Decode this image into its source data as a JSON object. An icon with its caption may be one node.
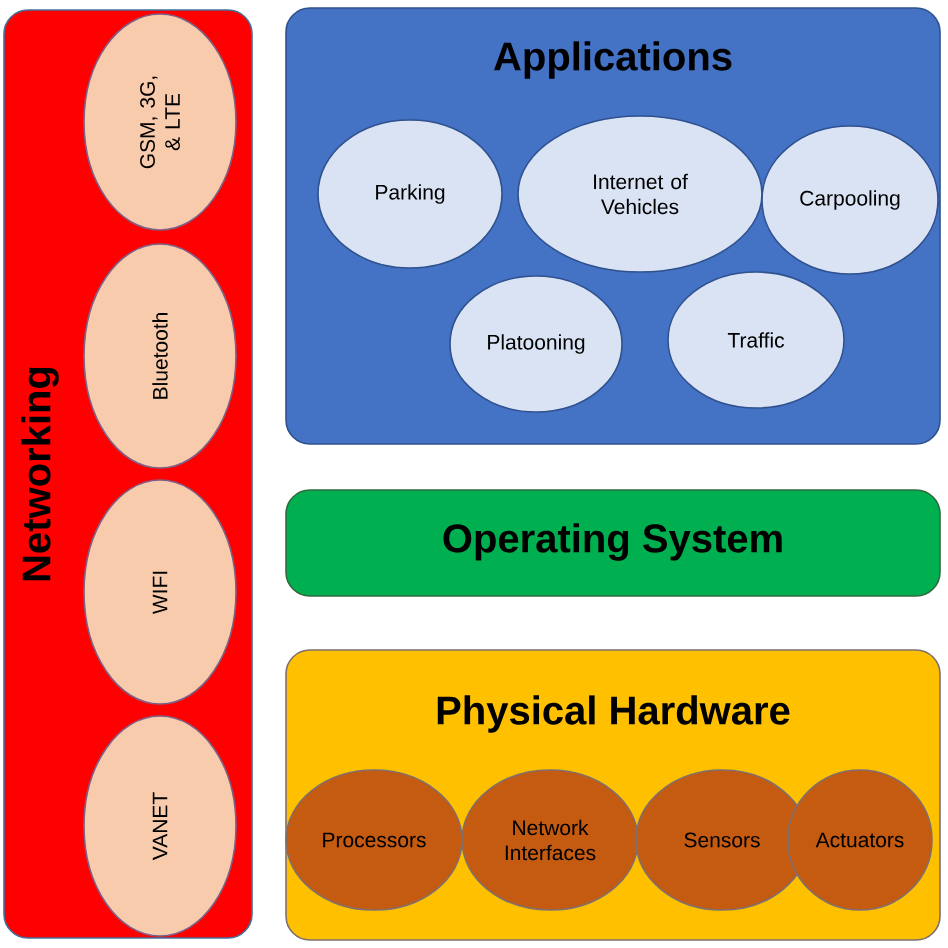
{
  "diagram": {
    "nodes": [
      {
        "text": [
          "Networking"
        ]
      },
      {
        "text": [
          "GSM, 3G, & LTE"
        ],
        "in": 0
      },
      {
        "text": [
          "Bluetooth"
        ],
        "in": 0
      },
      {
        "text": [
          "WIFI"
        ],
        "in": 0
      },
      {
        "text": [
          "VANET"
        ],
        "in": 0
      },
      {
        "text": [
          "Applications"
        ]
      },
      {
        "text": [
          "Parking"
        ],
        "in": 5
      },
      {
        "text": [
          "Internet of Vehicles"
        ],
        "in": 5
      },
      {
        "text": [
          "Carpooling"
        ],
        "in": 5
      },
      {
        "text": [
          "Platooning"
        ],
        "in": 5
      },
      {
        "text": [
          "Traffic"
        ],
        "in": 5
      },
      {
        "text": [
          "Operating System"
        ]
      },
      {
        "text": [
          "Physical Hardware"
        ]
      },
      {
        "text": [
          "Processors"
        ],
        "in": 12
      },
      {
        "text": [
          "Network Interfaces"
        ],
        "in": 12
      },
      {
        "text": [
          "Sensors"
        ],
        "in": 12
      },
      {
        "text": [
          "Actuators"
        ],
        "in": 12
      }
    ]
  }
}
